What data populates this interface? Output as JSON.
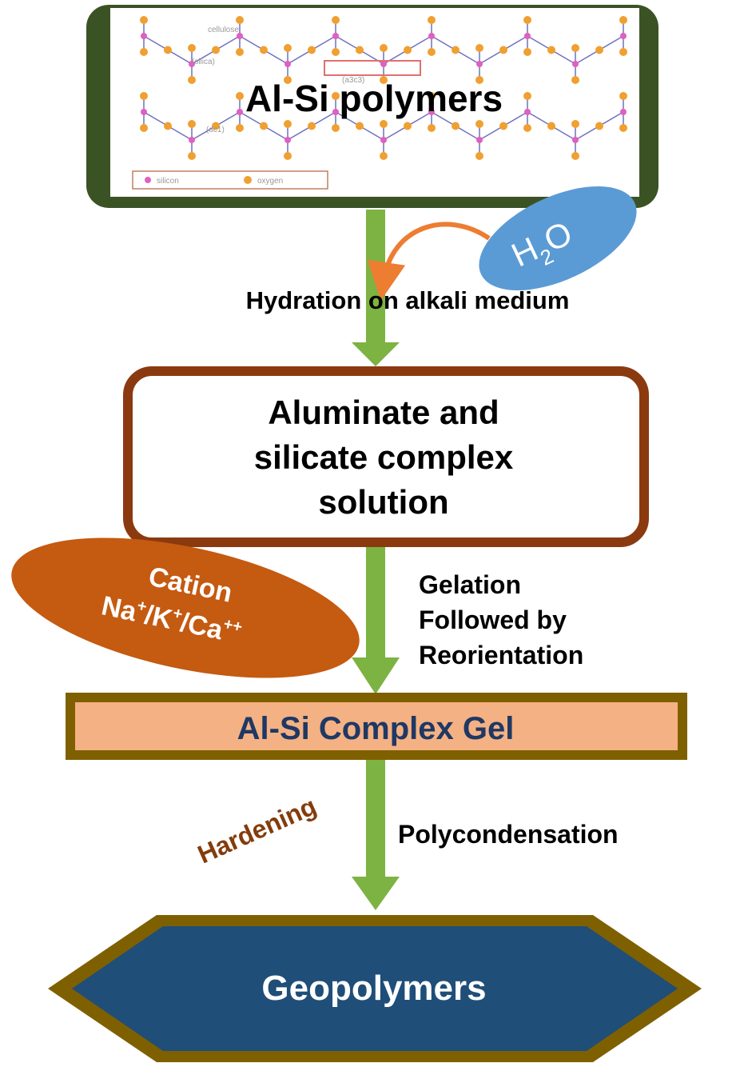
{
  "nodes": {
    "top_box": {
      "label": "Al-Si polymers",
      "structure_labels": [
        "cellulose",
        "(a3c3)",
        "(dc1)",
        "(silica)"
      ],
      "legend": [
        "silicon",
        "oxygen"
      ]
    },
    "water": {
      "main": "H",
      "sub": "2",
      "tail": "O"
    },
    "solution": {
      "lines": [
        "Aluminate and",
        "silicate complex",
        "solution"
      ]
    },
    "cation": {
      "line1": "Cation",
      "ions": [
        {
          "base": "Na",
          "sup": "+"
        },
        {
          "base": "/K",
          "sup": "+"
        },
        {
          "base": "/Ca",
          "sup": "++"
        }
      ]
    },
    "gel": {
      "label": "Al-Si Complex Gel"
    },
    "geopolymers": {
      "label": "Geopolymers"
    }
  },
  "steps": {
    "hydration": "Hydration on alkali medium",
    "gelation": [
      "Gelation",
      "Followed by",
      "Reorientation"
    ],
    "hardening": "Hardening",
    "polycondensation": "Polycondensation"
  },
  "colors": {
    "arrow": "#7cb342",
    "top_border": "#3b5324",
    "solution_border": "#8b3a0f",
    "water_fill": "#5b9bd5",
    "orange_arrow": "#ed7d31",
    "cation_fill": "#c55a11",
    "gel_fill": "#f4b183",
    "gel_border": "#7f6000",
    "gel_text": "#1f3864",
    "geo_fill": "#1f4e79",
    "geo_border": "#7f6000",
    "hardening_text": "#843c0c",
    "structure_orange": "#f0a030",
    "structure_pink": "#e060c0",
    "structure_line": "#7070c0"
  }
}
